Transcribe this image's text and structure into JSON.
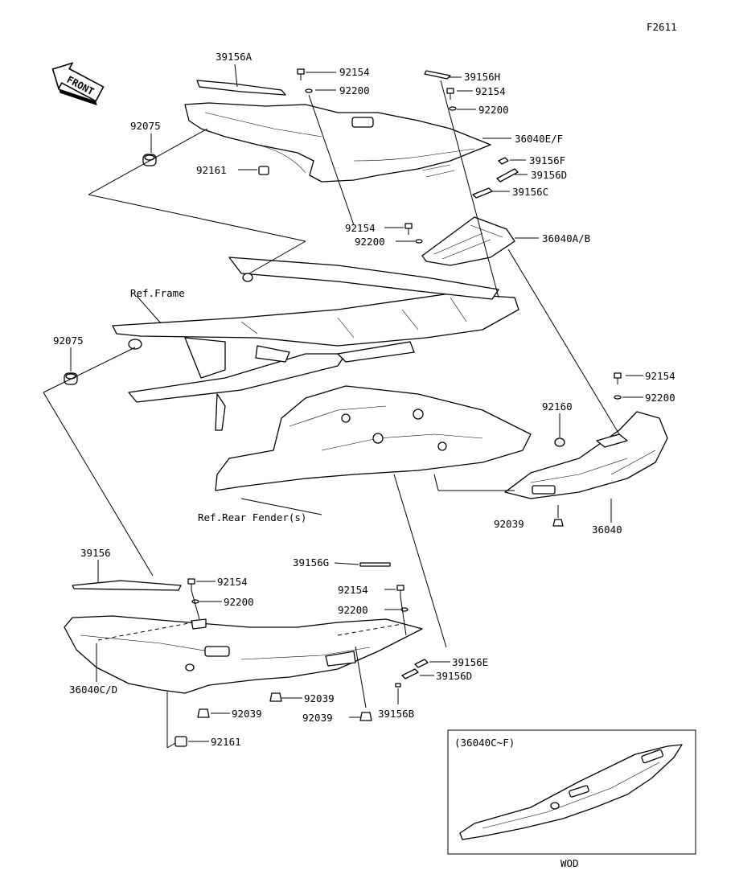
{
  "figure_code": "F2611",
  "front_label": "FRONT",
  "callouts": {
    "c39156A": "39156A",
    "c92154_top1": "92154",
    "c92200_top1": "92200",
    "c39156H": "39156H",
    "c92154_top2": "92154",
    "c92200_top2": "92200",
    "c36040EF": "36040E/F",
    "c39156F": "39156F",
    "c39156D_top": "39156D",
    "c39156C": "39156C",
    "c92075_top": "92075",
    "c92161_top": "92161",
    "c92154_mid": "92154",
    "c92200_mid": "92200",
    "c36040AB": "36040A/B",
    "ref_frame": "Ref.Frame",
    "c92075_left": "92075",
    "c92154_right": "92154",
    "c92200_right": "92200",
    "c92160": "92160",
    "ref_rear_fender": "Ref.Rear Fender(s)",
    "c92039_mid": "92039",
    "c36040": "36040",
    "c39156": "39156",
    "c92154_low1": "92154",
    "c92200_low1": "92200",
    "c39156G": "39156G",
    "c92154_low2": "92154",
    "c92200_low2": "92200",
    "c39156E": "39156E",
    "c39156D_low": "39156D",
    "c36040CD": "36040C/D",
    "c92039_a": "92039",
    "c92039_b": "92039",
    "c92039_c": "92039",
    "c39156B": "39156B",
    "c92161_low": "92161"
  },
  "inset": {
    "title": "(36040C~F)",
    "caption": "WOD"
  }
}
